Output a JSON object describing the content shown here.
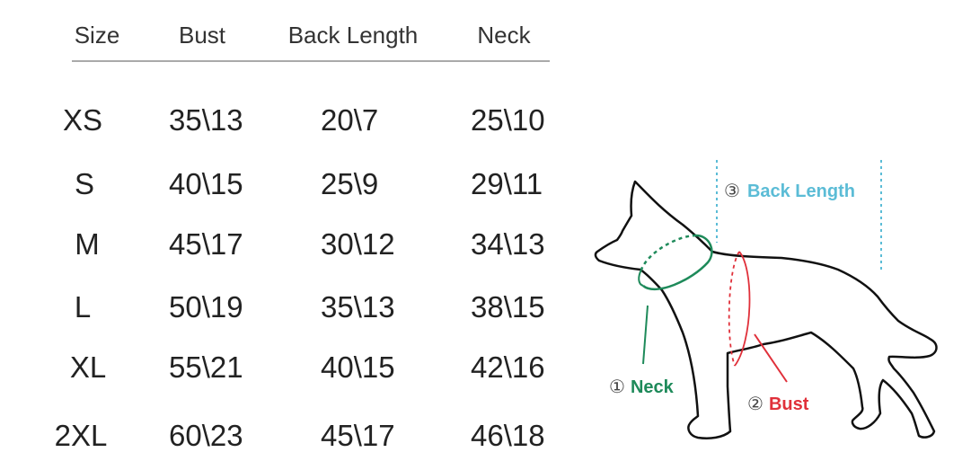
{
  "table": {
    "headers": [
      "Size",
      "Bust",
      "Back Length",
      "Neck"
    ],
    "rows": [
      {
        "size": "XS",
        "bust": "35\\13",
        "back": "20\\7",
        "neck": "25\\10"
      },
      {
        "size": "S",
        "bust": "40\\15",
        "back": "25\\9",
        "neck": "29\\11"
      },
      {
        "size": "M",
        "bust": "45\\17",
        "back": "30\\12",
        "neck": "34\\13"
      },
      {
        "size": "L",
        "bust": "50\\19",
        "back": "35\\13",
        "neck": "38\\15"
      },
      {
        "size": "XL",
        "bust": "55\\21",
        "back": "40\\15",
        "neck": "42\\16"
      },
      {
        "size": "2XL",
        "bust": "60\\23",
        "back": "45\\17",
        "neck": "46\\18"
      }
    ]
  },
  "diagram": {
    "neck_num": "①",
    "neck_label": "Neck",
    "bust_num": "②",
    "bust_label": "Bust",
    "back_num": "③",
    "back_label": "Back Length",
    "colors": {
      "neck": "#1e8a5a",
      "bust": "#e0303a",
      "back": "#5bbcd6",
      "outline": "#111111"
    }
  }
}
